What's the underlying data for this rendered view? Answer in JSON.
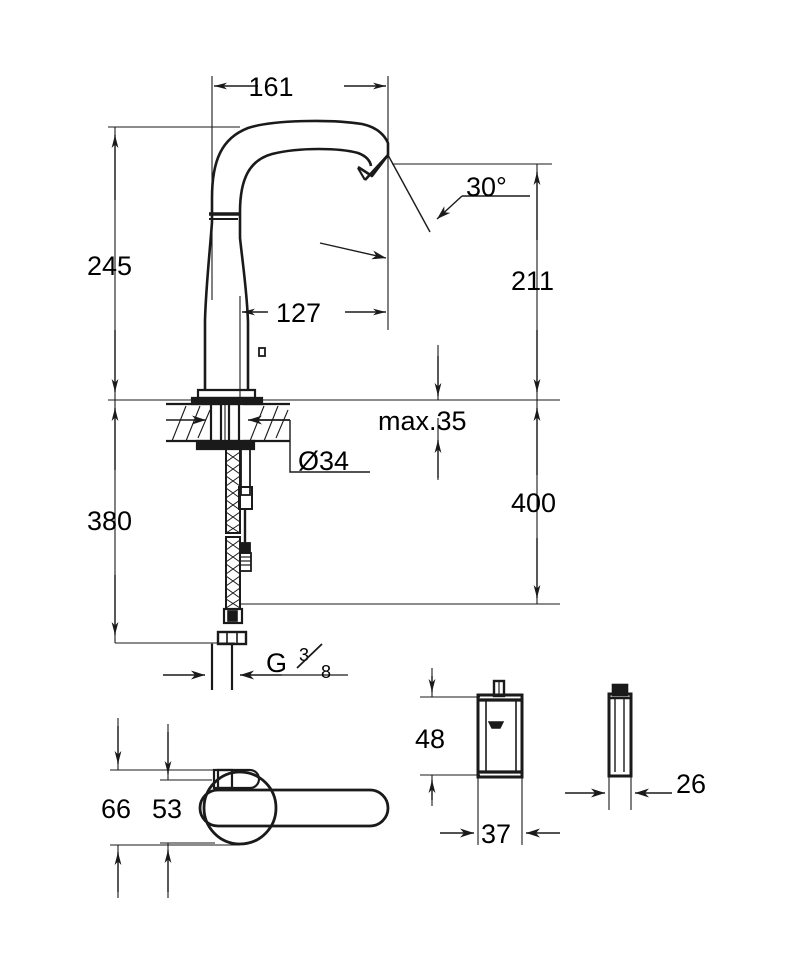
{
  "drawing": {
    "title": "Faucet dimensional drawing",
    "units": "mm",
    "line_color": "#1a1a1a",
    "text_color": "#000000",
    "background": "#ffffff"
  },
  "dimensions": {
    "spout_reach_total": "161",
    "height_above_deck": "245",
    "height_below_deck": "380",
    "spout_height_outlet": "211",
    "spout_reach_center": "127",
    "outlet_angle": "30°",
    "deck_thickness_max": "max.35",
    "mounting_hole_dia": "Ø34",
    "supply_reach": "400",
    "thread_letter": "G",
    "thread_numerator": "3",
    "thread_denominator": "8",
    "plan_overall_width": "66",
    "plan_body_dia": "53",
    "box_height": "48",
    "box_width": "37",
    "box_depth": "26"
  },
  "views": {
    "elevation_label": "front-elevation-view",
    "plan_label": "top-plan-view",
    "detail_front_label": "control-box-front-view",
    "detail_side_label": "control-box-side-view"
  }
}
